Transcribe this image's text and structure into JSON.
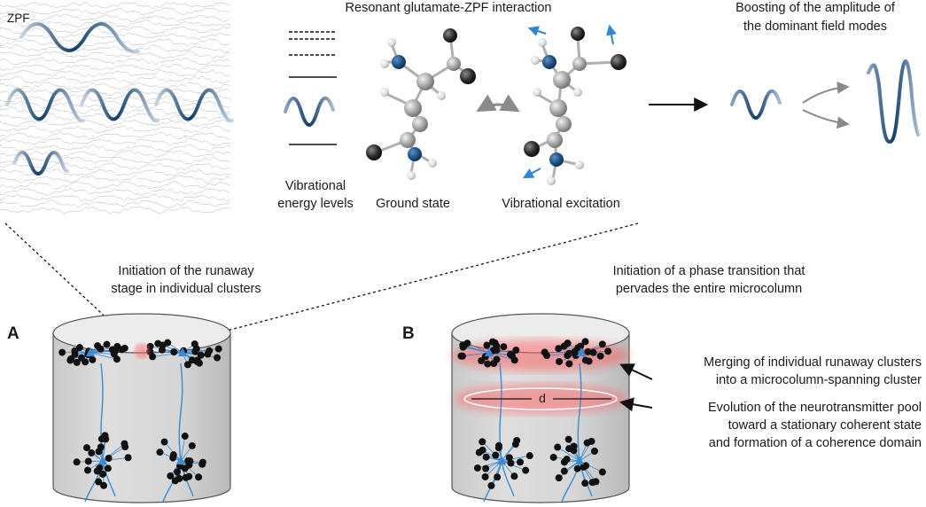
{
  "zpf_label": "ZPF",
  "interaction_title": "Resonant glutamate-ZPF interaction",
  "boost_label": [
    "Boosting of the amplitude of",
    "the dominant field modes"
  ],
  "energy_levels_label": [
    "Vibrational",
    "energy levels"
  ],
  "ground_state_label": "Ground state",
  "excitation_label": "Vibrational excitation",
  "runaway_label": [
    "Initiation of the runaway",
    "stage in individual clusters"
  ],
  "phase_label": [
    "Initiation of a phase transition that",
    "pervades the entire microcolumn"
  ],
  "panel_a": "A",
  "panel_b": "B",
  "d_label": "d",
  "merging_label": [
    "Merging of individual runaway clusters",
    "into a microcolumn-spanning cluster"
  ],
  "evolution_label": [
    "Evolution of the neurotransmitter pool",
    "toward a stationary coherent state",
    "and formation of a coherence domain"
  ],
  "colors": {
    "wave_dark": "#0f3e6a",
    "wave_light": "#b9c7d6",
    "molecule_blue": "#1f5c95",
    "arrow_blue": "#2f86d2",
    "neuron": "#3d8ad0",
    "glow": "#ff4d4d"
  }
}
